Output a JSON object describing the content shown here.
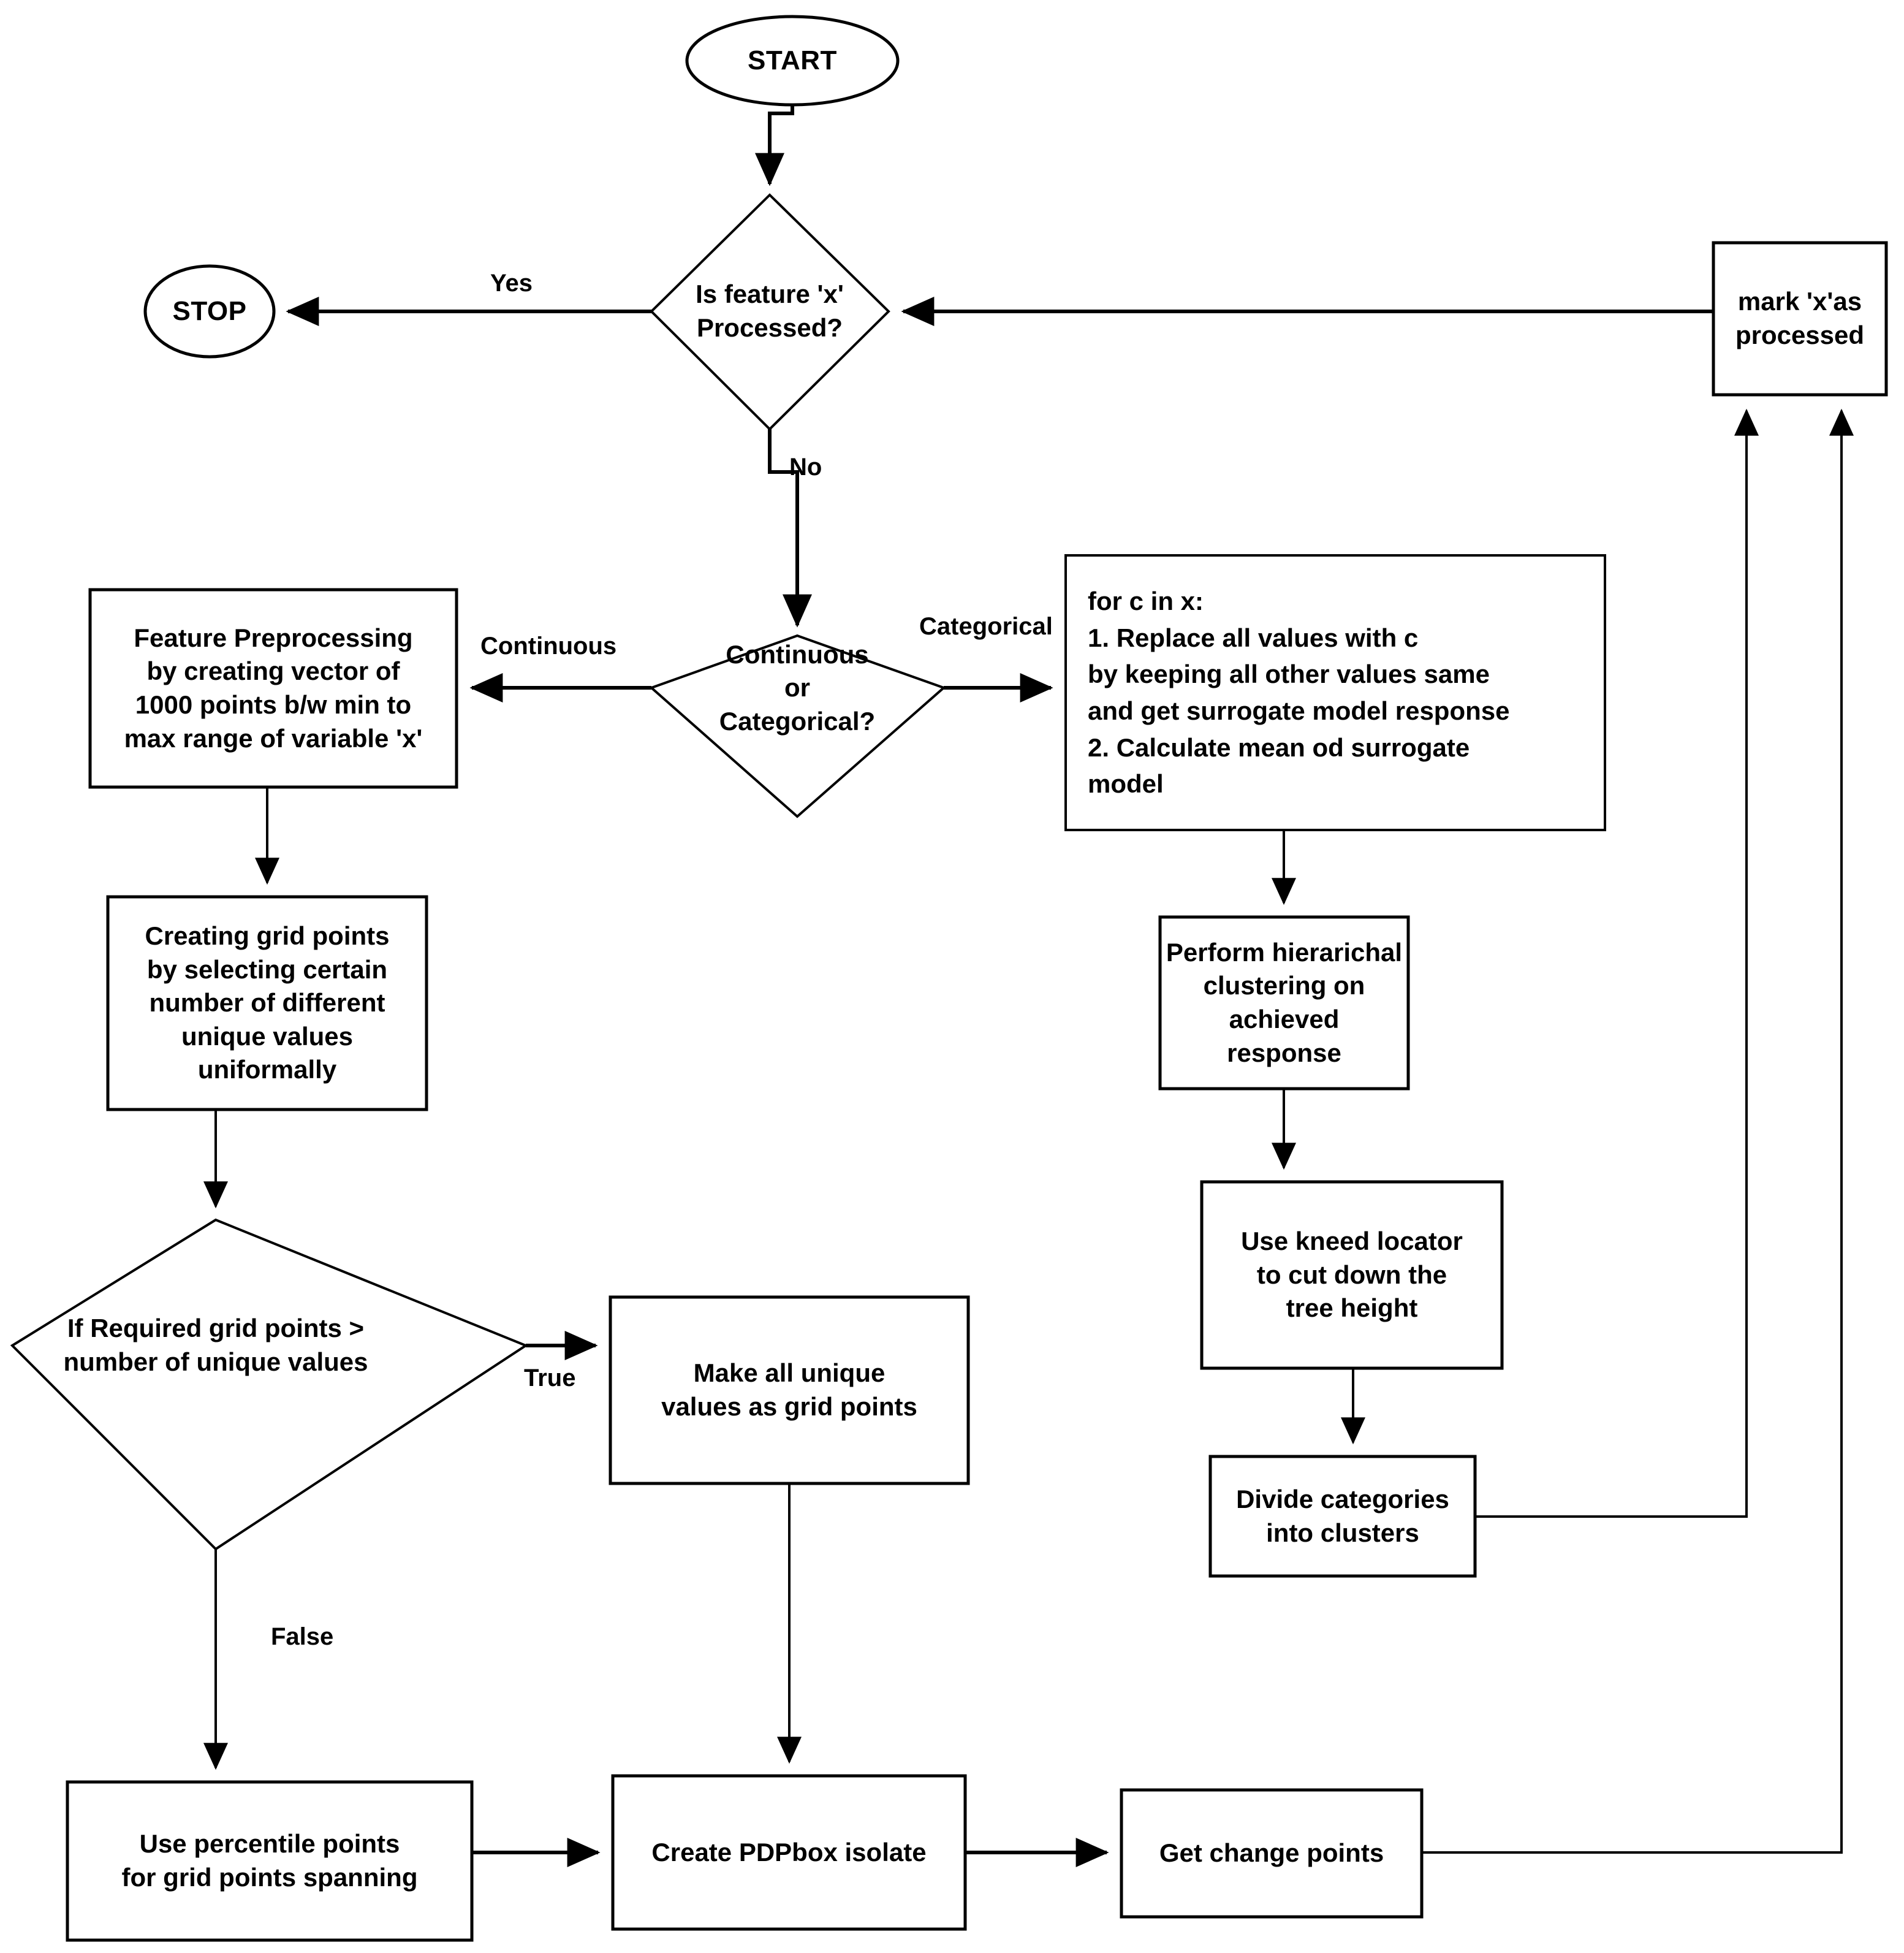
{
  "diagram": {
    "title": "PDP grid-point generation flowchart",
    "colors": {
      "stroke": "#000000",
      "fill": "#ffffff",
      "text": "#000000"
    },
    "nodes": {
      "start": {
        "label": "START",
        "shape": "ellipse"
      },
      "stop": {
        "label": "STOP",
        "shape": "ellipse"
      },
      "is_processed": {
        "label": "Is feature 'x'\nProcessed?",
        "shape": "diamond"
      },
      "mark_processed": {
        "label": "mark 'x'as\nprocessed",
        "shape": "rect"
      },
      "cont_or_cat": {
        "label": "Continuous\nor\nCategorical?",
        "shape": "diamond"
      },
      "feature_preprocessing": {
        "label": "Feature Preprocessing\nby creating vector of\n1000 points b/w min to\nmax range of variable 'x'",
        "shape": "rect"
      },
      "creating_grid_points": {
        "label": "Creating grid points\nby selecting certain\nnumber of different\nunique values\nuniformally",
        "shape": "rect"
      },
      "required_grid_points": {
        "label": "If Required grid points >\nnumber of unique values",
        "shape": "diamond"
      },
      "make_all_unique": {
        "label": "Make all unique\nvalues as grid points",
        "shape": "rect"
      },
      "use_percentile": {
        "label": "Use percentile points\nfor grid points spanning",
        "shape": "rect"
      },
      "create_pdpbox": {
        "label": "Create PDPbox isolate",
        "shape": "rect"
      },
      "get_change_points": {
        "label": "Get change points",
        "shape": "rect"
      },
      "for_c_in_x": {
        "label": "for c in x:\n1. Replace all values with c\n    by keeping all other values same\n    and get surrogate model response\n2. Calculate mean od surrogate\n    model",
        "shape": "rect"
      },
      "hierarchical_clustering": {
        "label": "Perform hierarichal\nclustering on achieved\nresponse",
        "shape": "rect"
      },
      "kneed_locator": {
        "label": "Use kneed locator\nto cut down the\ntree height",
        "shape": "rect"
      },
      "divide_categories": {
        "label": "Divide categories\ninto clusters",
        "shape": "rect"
      }
    },
    "edge_labels": {
      "yes": "Yes",
      "no": "No",
      "continuous": "Continuous",
      "categorical": "Categorical",
      "true": "True",
      "false": "False"
    }
  }
}
